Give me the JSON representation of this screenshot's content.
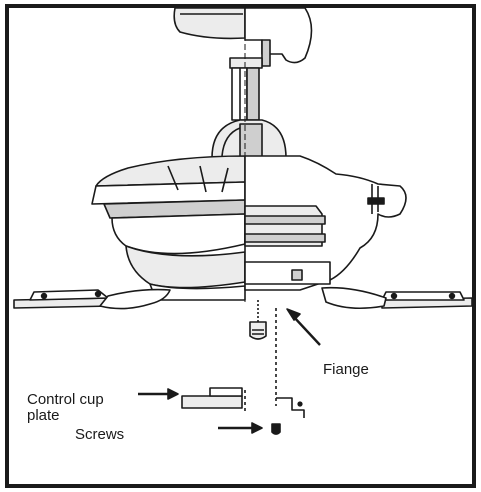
{
  "labels": {
    "fiange": "Fiange",
    "control_cup_line1": "Control cup",
    "control_cup_line2": "plate",
    "screws": "Screws"
  },
  "colors": {
    "ink": "#1a1a1a",
    "shade": "#cfcfcf",
    "light": "#ececec",
    "background": "#ffffff"
  }
}
